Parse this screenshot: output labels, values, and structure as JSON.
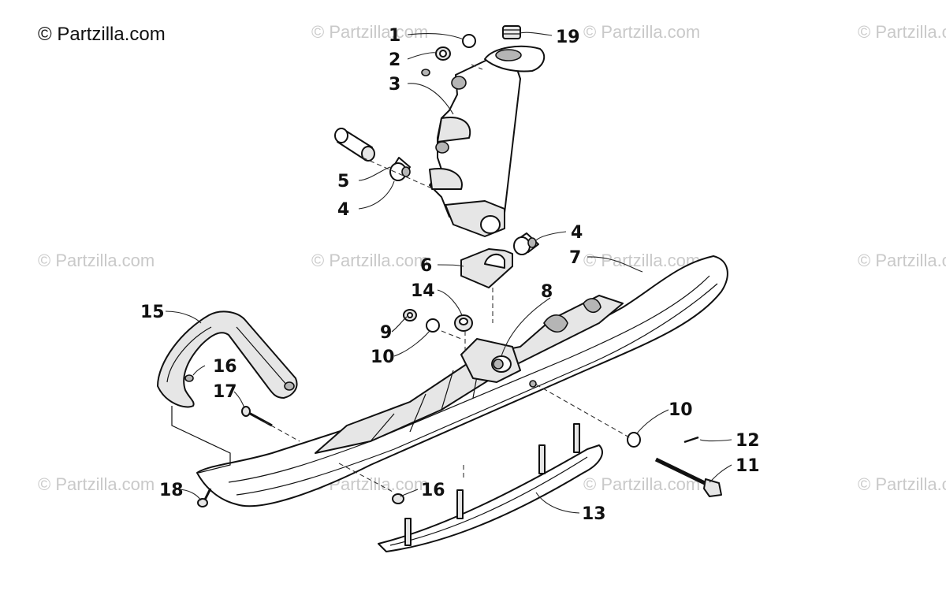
{
  "copyright": "© Partzilla.com",
  "watermark": "© Partzilla.com",
  "callouts": [
    "1",
    "2",
    "3",
    "4",
    "4",
    "5",
    "6",
    "7",
    "8",
    "9",
    "10",
    "10",
    "11",
    "12",
    "13",
    "14",
    "15",
    "16",
    "16",
    "17",
    "18",
    "19"
  ]
}
